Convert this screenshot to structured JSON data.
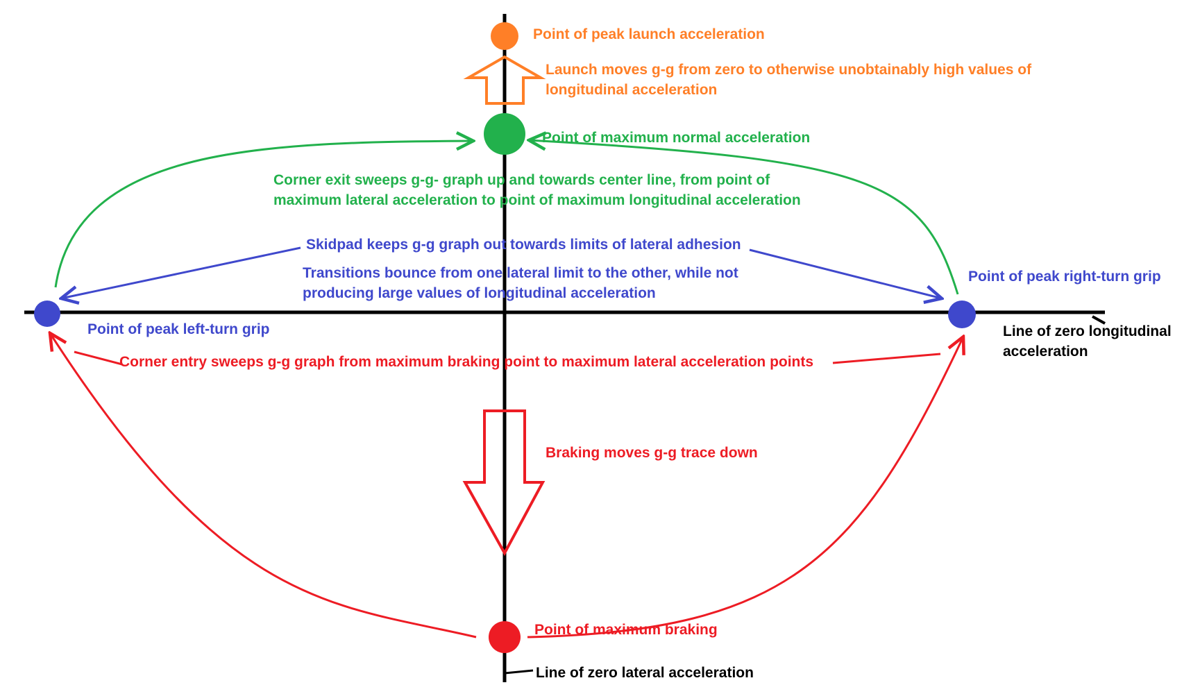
{
  "colors": {
    "axis": "#000000",
    "orange": "#ff7f27",
    "green": "#22b14c",
    "blue": "#3f48cc",
    "red": "#ed1c24"
  },
  "labels": {
    "peak_launch": "Point of peak launch acceleration",
    "launch_note_1": "Launch moves g-g from zero to otherwise unobtainably high values of",
    "launch_note_2": "longitudinal acceleration",
    "max_normal": "Point of maximum normal acceleration",
    "corner_exit_1": "Corner exit sweeps g-g- graph up and towards center line, from point of",
    "corner_exit_2": "maximum lateral acceleration to point of maximum longitudinal acceleration",
    "skidpad": "Skidpad keeps g-g graph out towards limits of lateral adhesion",
    "transitions_1": "Transitions bounce from one lateral limit to the other, while not",
    "transitions_2": "producing large values of longitudinal acceleration",
    "peak_right": "Point of peak right-turn grip",
    "peak_left": "Point of peak left-turn grip",
    "zero_long_1": "Line of zero longitudinal",
    "zero_long_2": "acceleration",
    "corner_entry": "Corner entry sweeps g-g graph from maximum braking point to maximum lateral acceleration points",
    "braking_note": "Braking moves g-g trace down",
    "max_braking": "Point of maximum braking",
    "zero_lat": "Line of zero lateral acceleration"
  }
}
